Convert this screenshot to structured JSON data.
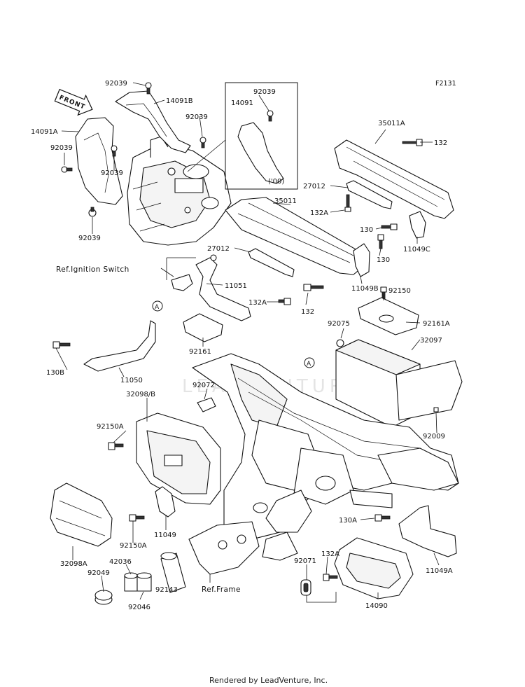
{
  "diagram_code": "F2131",
  "front_arrow_label": "FRONT",
  "footer_text": "Rendered by LeadVenture, Inc.",
  "watermark_text": "LEADVENTURE",
  "inset_note": "('00)",
  "callout_marker": "A",
  "labels": {
    "p92039_top": "92039",
    "p14091B": "14091B",
    "p92039_inset": "92039",
    "p14091": "14091",
    "p92039_mid": "92039",
    "p14091A": "14091A",
    "p92039_left": "92039",
    "p92039_center": "92039",
    "p92039_bottom": "92039",
    "p35011A": "35011A",
    "p132_top": "132",
    "p27012_top": "27012",
    "p132A_top": "132A",
    "p35011": "35011",
    "p130_a": "130",
    "p130_b": "130",
    "p11049C": "11049C",
    "p27012_mid": "27012",
    "ref_ignition": "Ref.Ignition Switch",
    "p11051": "11051",
    "p132A_mid": "132A",
    "p132_mid": "132",
    "p11049B": "11049B",
    "p92150": "92150",
    "p92161A": "92161A",
    "p92075": "92075",
    "p32097": "32097",
    "p92161": "92161",
    "p130B": "130B",
    "p11050": "11050",
    "p92072": "92072",
    "p32098B": "32098/B",
    "p92150A_top": "92150A",
    "p92009": "92009",
    "p130A": "130A",
    "p11049": "11049",
    "p92150A_bot": "92150A",
    "p11049A": "11049A",
    "p132A_bot": "132A",
    "p92071": "92071",
    "p32098A": "32098A",
    "p42036": "42036",
    "p92049": "92049",
    "p92143": "92143",
    "ref_frame": "Ref.Frame",
    "p92046": "92046",
    "p14090": "14090"
  }
}
